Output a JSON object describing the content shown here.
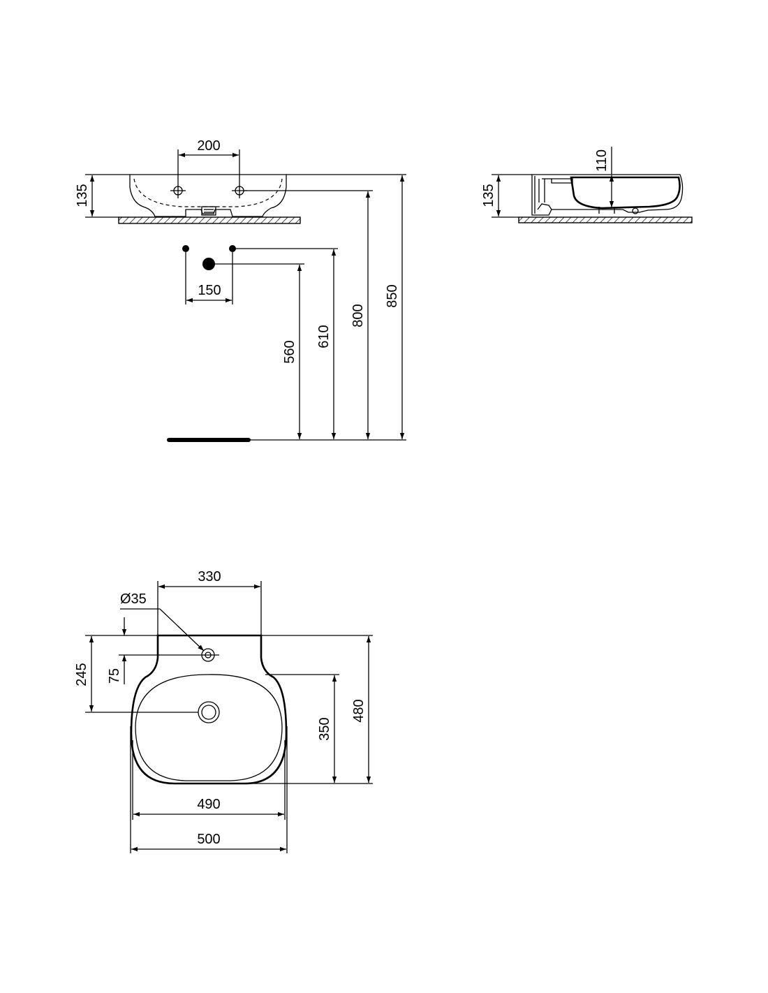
{
  "drawing": {
    "front_view": {
      "tap_spacing": "200",
      "basin_height": "135",
      "outlet_spacing": "150",
      "height_560": "560",
      "height_610": "610",
      "height_800": "800",
      "height_850": "850"
    },
    "side_view": {
      "basin_height": "135",
      "depth": "110"
    },
    "top_view": {
      "hole_offset": "330",
      "hole_diameter": "Ø35",
      "distance_245": "245",
      "distance_75": "75",
      "bowl_depth": "350",
      "total_depth": "480",
      "bowl_width": "490",
      "total_width": "500"
    }
  }
}
